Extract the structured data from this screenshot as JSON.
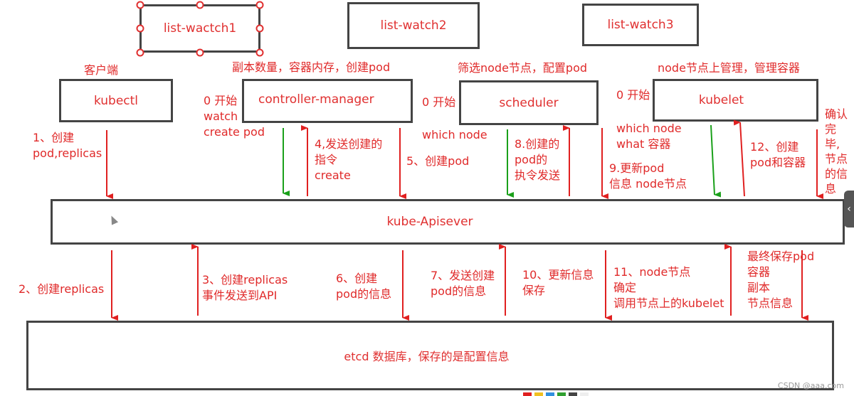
{
  "colors": {
    "text": "#e02a2a",
    "box_border": "#444444",
    "arrow_red": "#e02020",
    "arrow_green": "#1aa01a"
  },
  "boxes": {
    "list_watch1": "list-wactch1",
    "list_watch2": "list-watch2",
    "list_watch3": "list-watch3",
    "kubectl": "kubectl",
    "controller_manager": "controller-manager",
    "scheduler": "scheduler",
    "kubelet": "kubelet",
    "apiserver": "kube-Apisever",
    "etcd": "etcd 数据库，保存的是配置信息"
  },
  "captions": {
    "kubectl": "客户端",
    "controller_manager": "副本数量，容器内存，创建pod",
    "scheduler": "筛选node节点，配置pod",
    "kubelet": "node节点上管理，管理容器"
  },
  "labels": {
    "cm_start": "0 开始\nwatch\ncreate pod",
    "sched_start": "0 开始",
    "sched_which": "which node",
    "kubelet_start": "0 开始",
    "kubelet_which": "which node\nwhat 容器",
    "step1": "1、创建\npod,replicas",
    "step2": "2、创建replicas",
    "step3": "3、创建replicas\n事件发送到API",
    "step4": "4,发送创建的\n指令\ncreate",
    "step5": "5、创建pod",
    "step6": "6、创建\npod的信息",
    "step7": "7、发送创建\npod的信息",
    "step8": "8.创建的\npod的\n执令发送",
    "step9": "9.更新pod\n信息 node节点",
    "step10": "10、更新信息\n保存",
    "step11": "11、node节点\n确定\n调用节点上的kubelet",
    "step12": "12、创建\npod和容器",
    "confirm": "确认\n完\n毕,\n节点\n的信\n息",
    "final_save": "最终保存pod\n容器\n副本\n节点信息"
  },
  "watermark": "CSDN @aaa.com",
  "side_tab_icon": "‹"
}
